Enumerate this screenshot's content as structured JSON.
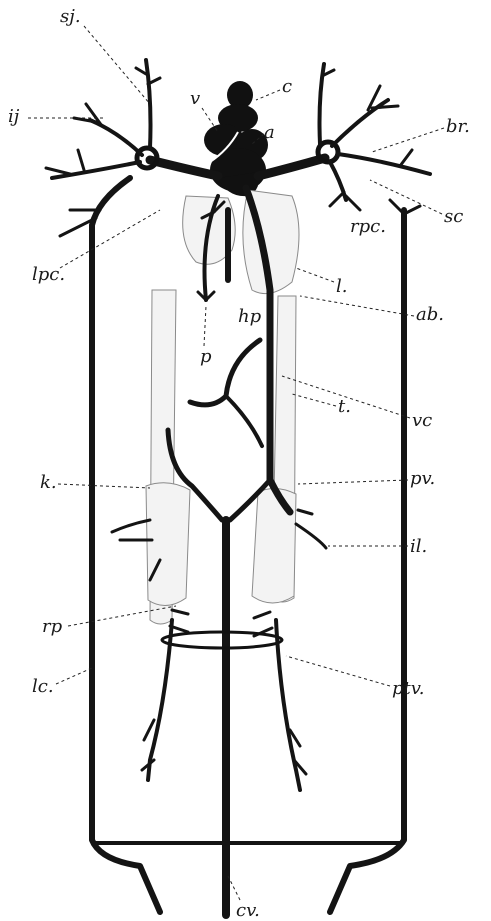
{
  "diagram": {
    "labels": {
      "sj": "sj.",
      "ij": "ij",
      "v": "v",
      "c": "c",
      "a": "a",
      "br": "br.",
      "sc": "sc",
      "rpc": "rpc.",
      "lpc": "lpc.",
      "l": "l.",
      "hp": "hp",
      "ab": "ab.",
      "p": "p",
      "vc": "vc",
      "t": "t.",
      "k": "k.",
      "pv": "pv.",
      "il": "il.",
      "rp": "rp",
      "lc": "lc.",
      "ptv": "ptv.",
      "cv": "cv."
    }
  }
}
